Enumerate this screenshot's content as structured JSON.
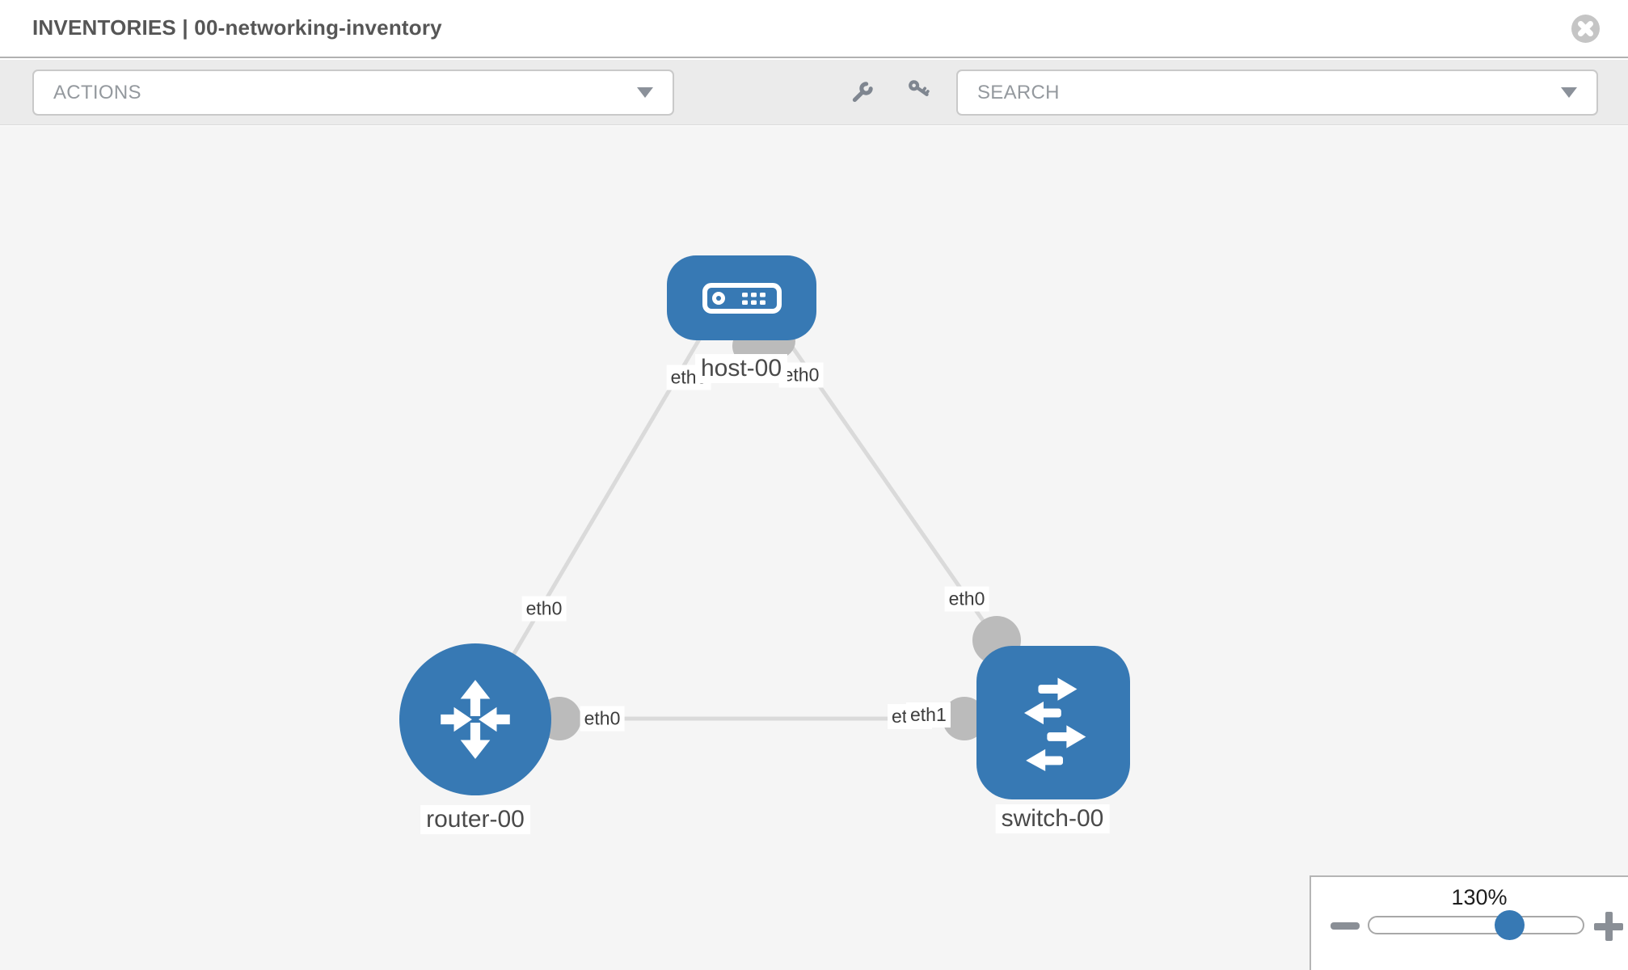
{
  "header": {
    "title": "INVENTORIES | 00-networking-inventory"
  },
  "toolbar": {
    "actions_label": "ACTIONS",
    "search_placeholder": "SEARCH",
    "tool_icons": [
      "wrench-icon",
      "key-icon"
    ]
  },
  "canvas": {
    "nodes": [
      {
        "id": "host-00",
        "label": "host-00",
        "type": "host",
        "icon": "server-icon"
      },
      {
        "id": "router-00",
        "label": "router-00",
        "type": "router",
        "icon": "router-arrows-icon"
      },
      {
        "id": "switch-00",
        "label": "switch-00",
        "type": "switch",
        "icon": "switch-arrows-icon"
      }
    ],
    "links": [
      {
        "from": "host-00",
        "to": "router-00",
        "from_iface": "eth0",
        "to_iface": "eth0"
      },
      {
        "from": "host-00",
        "to": "switch-00",
        "from_iface": "eth0",
        "to_iface": "eth0"
      },
      {
        "from": "router-00",
        "to": "switch-00",
        "from_iface": "eth0",
        "to_iface": "eth1"
      }
    ],
    "iface_labels": [
      {
        "text": "eth0"
      },
      {
        "text": "eth0"
      },
      {
        "text": "eth0"
      },
      {
        "text": "eth0"
      },
      {
        "text": "eth0"
      },
      {
        "text": "eth1"
      },
      {
        "text": "eth1"
      }
    ]
  },
  "zoom_control": {
    "level": "130%",
    "value_percent": 65
  },
  "colors": {
    "node_blue": "#3779b4",
    "link_gray": "#dadada",
    "connector_gray": "#bbbbbb",
    "toolbar_bg": "#ebebeb",
    "canvas_bg": "#f5f5f5"
  }
}
